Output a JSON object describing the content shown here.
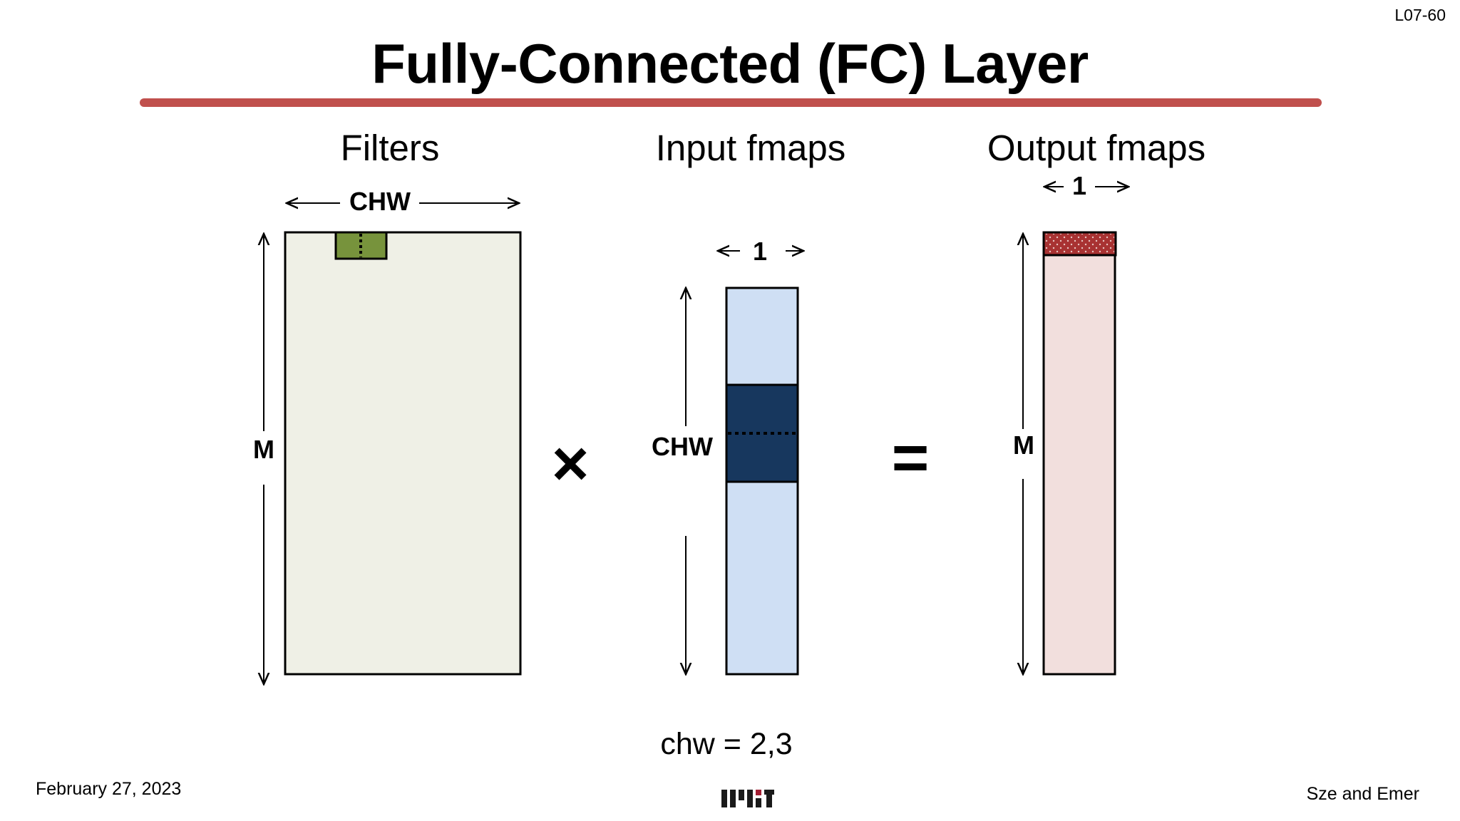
{
  "slide": {
    "number": "L07-60",
    "title": "Fully-Connected (FC) Layer",
    "footer_date": "February 27, 2023",
    "footer_authors": "Sze and Emer",
    "logo_text": "MIT",
    "accent_color": "#c0504d"
  },
  "diagram": {
    "filters": {
      "heading": "Filters",
      "width_label": "CHW",
      "height_label": "M",
      "fill_color": "#eff0e6",
      "highlight_color": "#77933c"
    },
    "operator_multiply": "×",
    "input": {
      "heading": "Input fmaps",
      "width_label": "1",
      "height_label": "CHW",
      "fill_color": "#cfdff4",
      "highlight_color": "#17375e"
    },
    "operator_equals": "=",
    "output": {
      "heading": "Output fmaps",
      "width_label": "1",
      "height_label": "M",
      "fill_color": "#f2dfdd",
      "highlight_color": "#a83232"
    },
    "index_label": "chw = 2,3"
  }
}
